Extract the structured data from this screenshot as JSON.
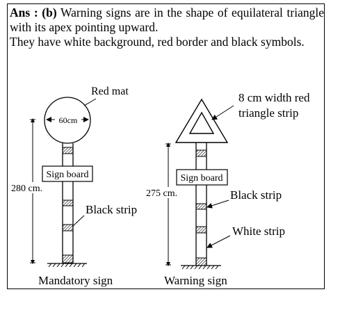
{
  "answer": {
    "prefix": "Ans : (b)",
    "line1": "Warning signs are in the shape of equilateral triangle with its apex pointing upward.",
    "line2": "They have white background, red border and black symbols."
  },
  "mandatory": {
    "label_red_mat": "Red mat",
    "width_label": "60cm",
    "sign_board": "Sign board",
    "height_label": "280 cm.",
    "black_strip": "Black strip",
    "caption": "Mandatory sign"
  },
  "warning": {
    "triangle_label_1": "8 cm width red",
    "triangle_label_2": "triangle strip",
    "sign_board": "Sign board",
    "height_label": "275 cm.",
    "black_strip": "Black strip",
    "white_strip": "White strip",
    "caption": "Warning sign"
  }
}
